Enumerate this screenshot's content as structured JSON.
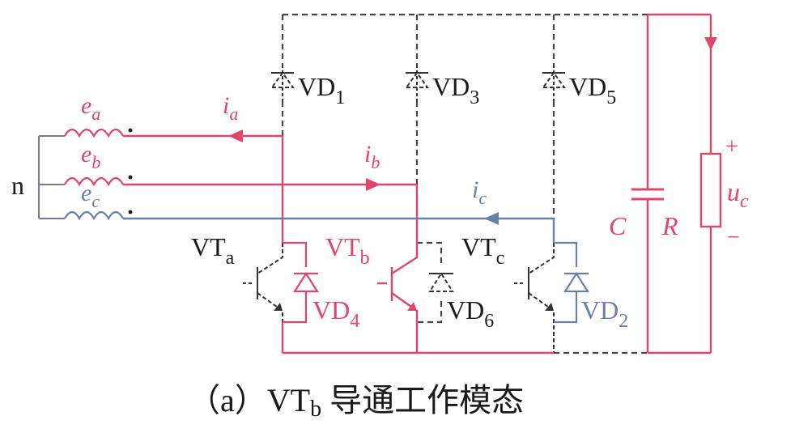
{
  "colors": {
    "black": "#1a1a1a",
    "dash": "#444444",
    "red": "#e0466b",
    "blue": "#6c7fa8"
  },
  "labels": {
    "neutral": "n",
    "ea_base": "e",
    "ea_sub": "a",
    "eb_base": "e",
    "eb_sub": "b",
    "ec_base": "e",
    "ec_sub": "c",
    "ia_base": "i",
    "ia_sub": "a",
    "ib_base": "i",
    "ib_sub": "b",
    "ic_base": "i",
    "ic_sub": "c",
    "vd1_base": "VD",
    "vd1_sub": "1",
    "vd3_base": "VD",
    "vd3_sub": "3",
    "vd5_base": "VD",
    "vd5_sub": "5",
    "vd4_base": "VD",
    "vd4_sub": "4",
    "vd6_base": "VD",
    "vd6_sub": "6",
    "vd2_base": "VD",
    "vd2_sub": "2",
    "vta_base": "VT",
    "vta_sub": "a",
    "vtb_base": "VT",
    "vtb_sub": "b",
    "vtc_base": "VT",
    "vtc_sub": "c",
    "cap": "C",
    "res": "R",
    "uc_base": "u",
    "uc_sub": "c",
    "plus": "+",
    "minus": "−"
  },
  "caption": {
    "prefix": "（a）VT",
    "sub": "b",
    "suffix": " 导通工作模态"
  }
}
